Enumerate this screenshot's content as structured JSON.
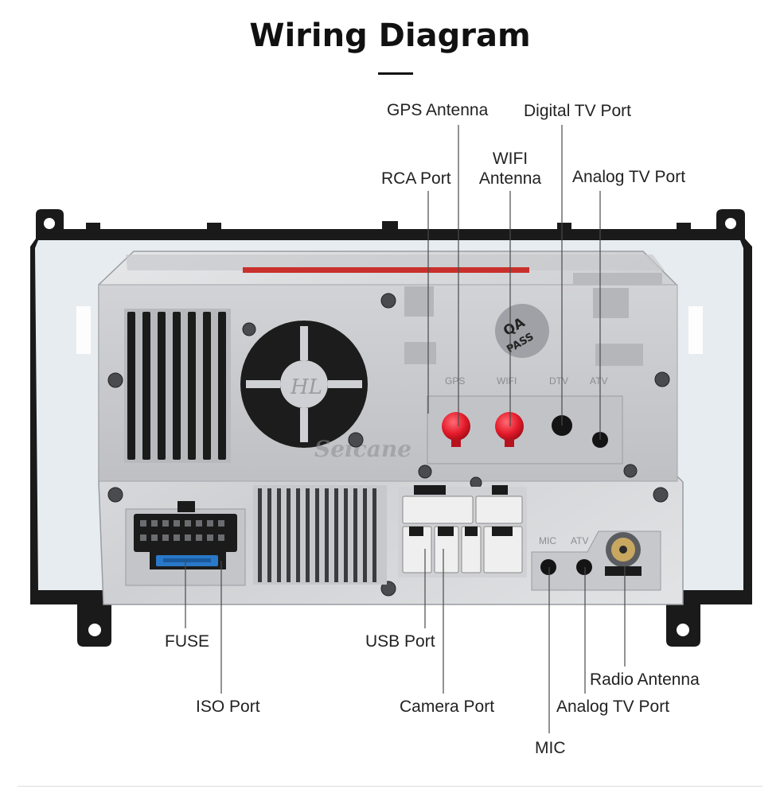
{
  "title": "Wiring Diagram",
  "labels": {
    "gps_antenna": "GPS Antenna",
    "digital_tv_port": "Digital TV Port",
    "wifi_antenna_line1": "WIFI",
    "wifi_antenna_line2": "Antenna",
    "rca_port": "RCA Port",
    "analog_tv_port_top": "Analog TV Port",
    "fuse": "FUSE",
    "iso_port": "ISO Port",
    "usb_port": "USB Port",
    "camera_port": "Camera Port",
    "radio_antenna": "Radio Antenna",
    "analog_tv_port_bottom": "Analog TV Port",
    "mic": "MIC"
  },
  "device_text": {
    "brand": "Seicane",
    "fan_logo": "HL",
    "qa_sticker_line1": "QA",
    "qa_sticker_line2": "PASS",
    "port_gps": "GPS",
    "port_wifi": "WIFI",
    "port_dtv": "DTV",
    "port_atv": "ATV",
    "port_mic": "MIC",
    "port_atv_2": "ATV"
  },
  "colors": {
    "antenna_red": "#e41b2b",
    "fuse_blue": "#2a78c8",
    "casing": "#d9dadc",
    "bracket": "#1a1a1a"
  }
}
